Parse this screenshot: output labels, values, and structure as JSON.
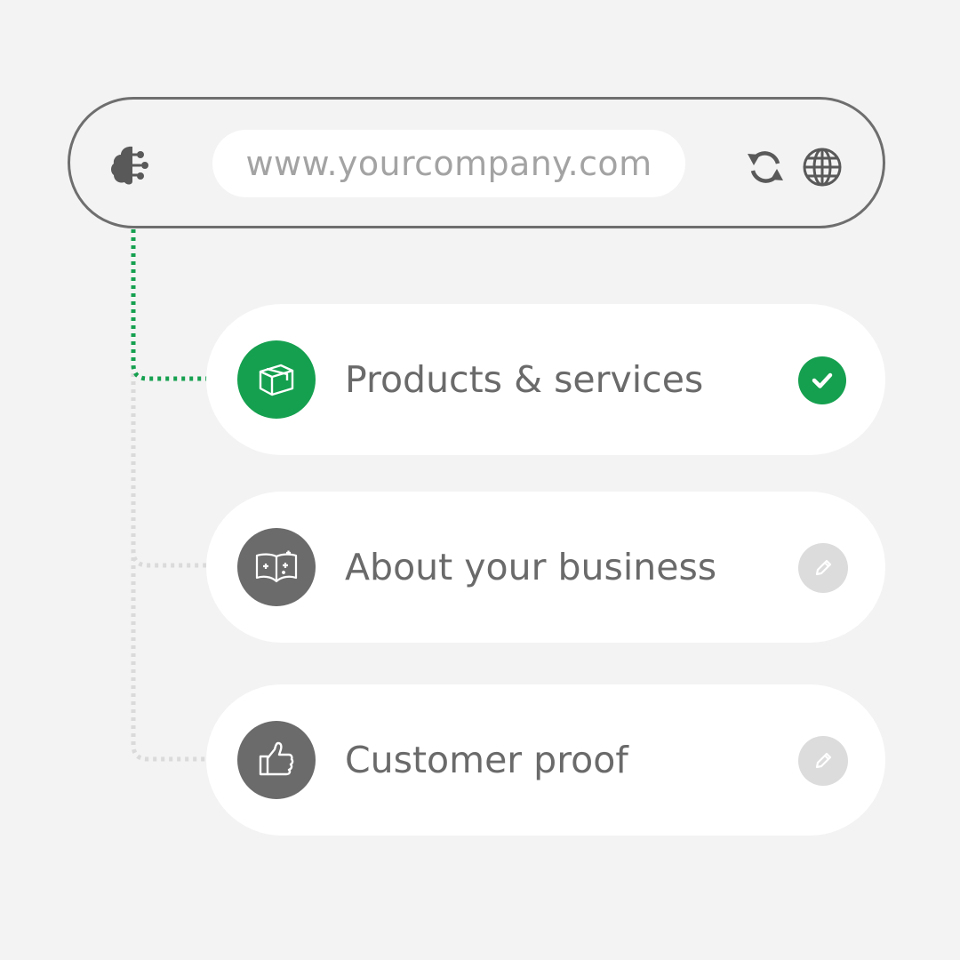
{
  "url_bar": {
    "url": "www.yourcompany.com"
  },
  "sections": [
    {
      "label": "Products & services",
      "icon": "box-icon",
      "status": "complete"
    },
    {
      "label": "About your business",
      "icon": "book-icon",
      "status": "edit"
    },
    {
      "label": "Customer proof",
      "icon": "thumbs-up-icon",
      "status": "edit"
    }
  ],
  "colors": {
    "background": "#f3f3f3",
    "accent_green": "#15a04f",
    "icon_gray": "#6b6b6b",
    "text_gray": "#6a6a6a",
    "placeholder_gray": "#a3a3a3",
    "edit_badge": "#dcdcdc"
  }
}
